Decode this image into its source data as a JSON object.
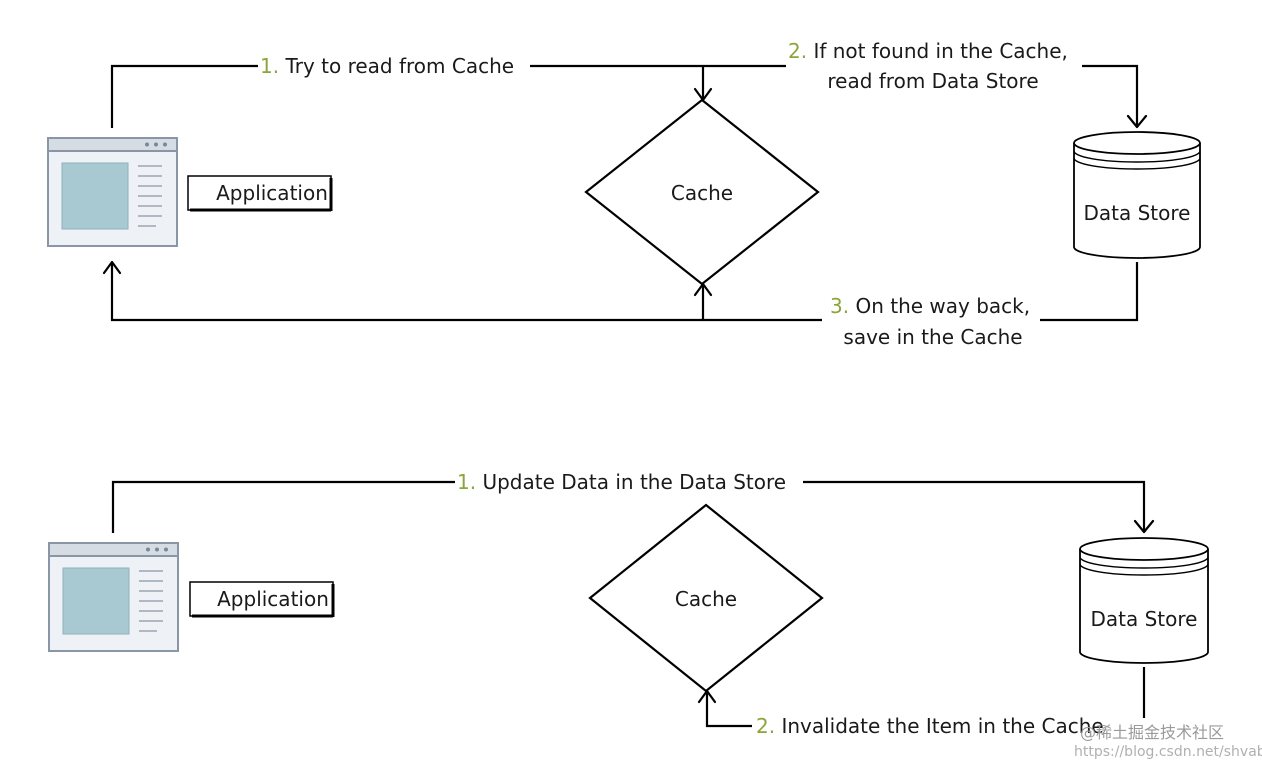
{
  "read_flow": {
    "application_label": "Application",
    "cache_label": "Cache",
    "datastore_label": "Data Store",
    "step1": {
      "num": "1.",
      "text": "Try to read from Cache"
    },
    "step2": {
      "num": "2.",
      "line1": "If not found in the Cache,",
      "line2": "read from Data Store"
    },
    "step3": {
      "num": "3.",
      "line1": "On the way back,",
      "line2": "save in the Cache"
    }
  },
  "update_flow": {
    "application_label": "Application",
    "cache_label": "Cache",
    "datastore_label": "Data Store",
    "step1": {
      "num": "1.",
      "text": "Update Data in the Data Store"
    },
    "step2": {
      "num": "2.",
      "text": "Invalidate the Item in the Cache"
    }
  },
  "watermark": {
    "line1": "@稀土掘金技术社区",
    "line2": "https://blog.csdn.net/shvab"
  }
}
